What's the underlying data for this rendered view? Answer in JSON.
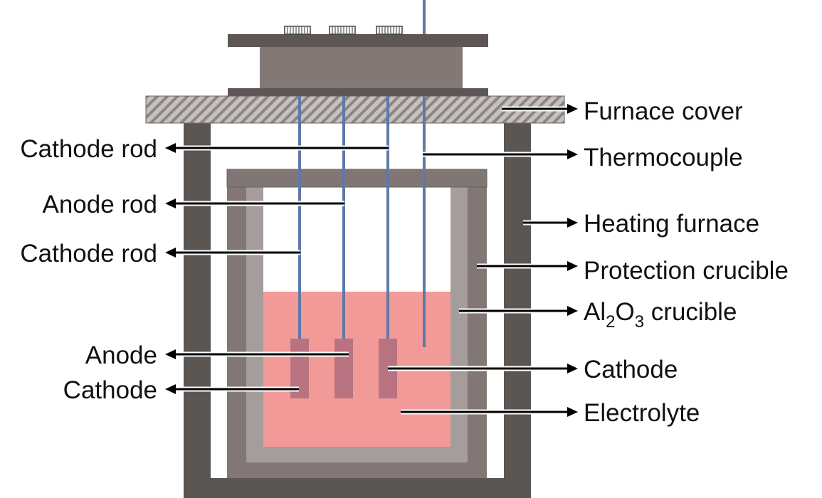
{
  "labels": {
    "furnace_cover": "Furnace cover",
    "thermocouple": "Thermocouple",
    "heating_furnace": "Heating furnace",
    "protection_crucible": "Protection crucible",
    "al2o3_prefix": "Al",
    "al2o3_sub1": "2",
    "al2o3_mid": "O",
    "al2o3_sub2": "3",
    "al2o3_suffix": " crucible",
    "cathode": "Cathode",
    "electrolyte": "Electrolyte",
    "cathode_rod_top": "Cathode rod",
    "anode_rod": "Anode rod",
    "cathode_rod_left": "Cathode rod",
    "anode": "Anode",
    "cathode_left": "Cathode"
  },
  "colors": {
    "furnace_wall": "#5c5653",
    "cover_hatch": "#8c8582",
    "cover_hatch_bg": "#c6c1bf",
    "top_block": "#847875",
    "plate": "#5e5654",
    "protection_crucible": "#827774",
    "al2o3_crucible": "#a49d9b",
    "crucible_lid": "#807774",
    "electrolyte": "#f29a98",
    "rod": "#5f78a8",
    "electrode": "#b97380",
    "arrow": "#000000"
  }
}
